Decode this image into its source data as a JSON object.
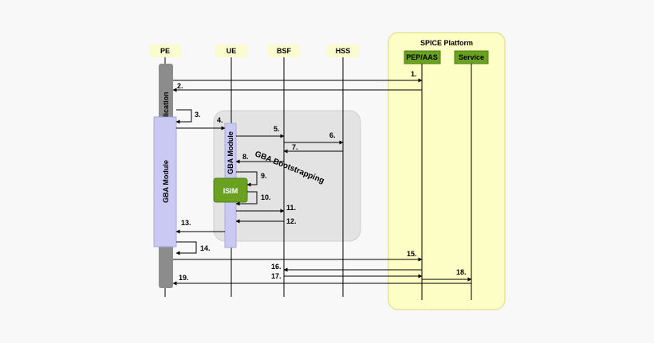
{
  "platform": {
    "title": "SPICE Platform"
  },
  "entities": {
    "pe": "PE",
    "ue": "UE",
    "bsf": "BSF",
    "hss": "HSS",
    "pep_aas": "PEP/AAS",
    "service": "Service"
  },
  "modules": {
    "application": "Application",
    "gba_module_pe": "GBA Module",
    "gba_module_ue": "GBA Module",
    "isim": "ISIM",
    "gba_bootstrapping": "GBA Bootstrapping"
  },
  "steps": [
    "1.",
    "2.",
    "3.",
    "4.",
    "5.",
    "6.",
    "7.",
    "8.",
    "9.",
    "10.",
    "11.",
    "12.",
    "13.",
    "14.",
    "15.",
    "16.",
    "17.",
    "18.",
    "19."
  ],
  "colors": {
    "platform_bg": "#fdfdc6",
    "platform_border": "#e4e49a",
    "header_bg": "#fbfbd0",
    "green_box": "#6aa121",
    "bootstrap_bg": "#e3e3e3",
    "module_bg": "#c9c9f3",
    "application_bar": "#8c8c8c"
  }
}
